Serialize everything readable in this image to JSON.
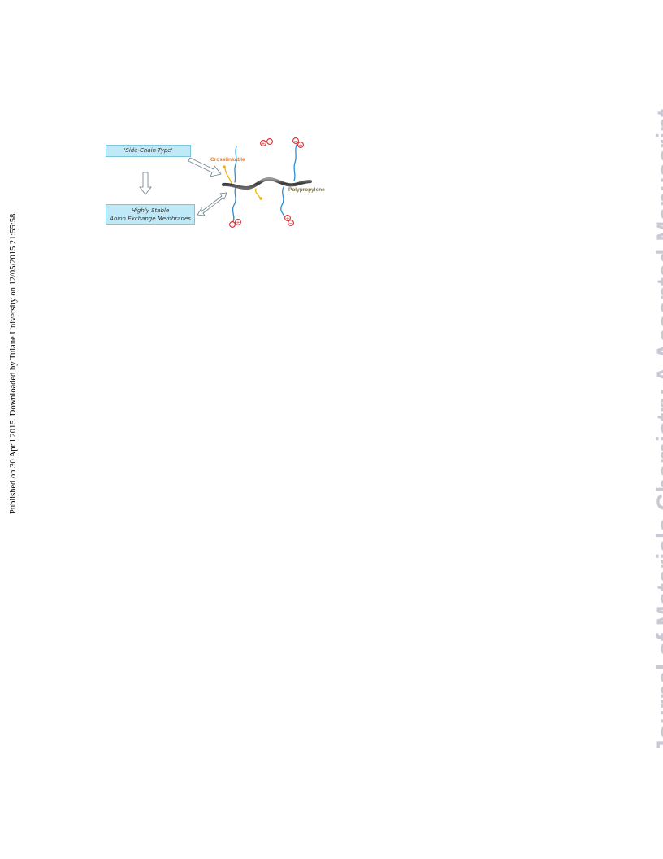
{
  "sidebar_note": "Published on 30 April 2015. Downloaded by Tulane University on 12/05/2015 21:55:58.",
  "watermark": "Journal of Materials Chemistry A Accepted Manuscript",
  "figure": {
    "box_top": "'Side-Chain-Type'",
    "box_bottom_line1": "Highly Stable",
    "box_bottom_line2": "Anion Exchange Membranes",
    "label_crosslinkable": "Crosslinkable",
    "label_polypropylene": "Polypropylene",
    "colors": {
      "box_fill": "#bfe9f6",
      "side_chain": "#2a8fd6",
      "crosslink": "#f0b400",
      "backbone": "#555555",
      "charge": "#d8262b"
    }
  }
}
